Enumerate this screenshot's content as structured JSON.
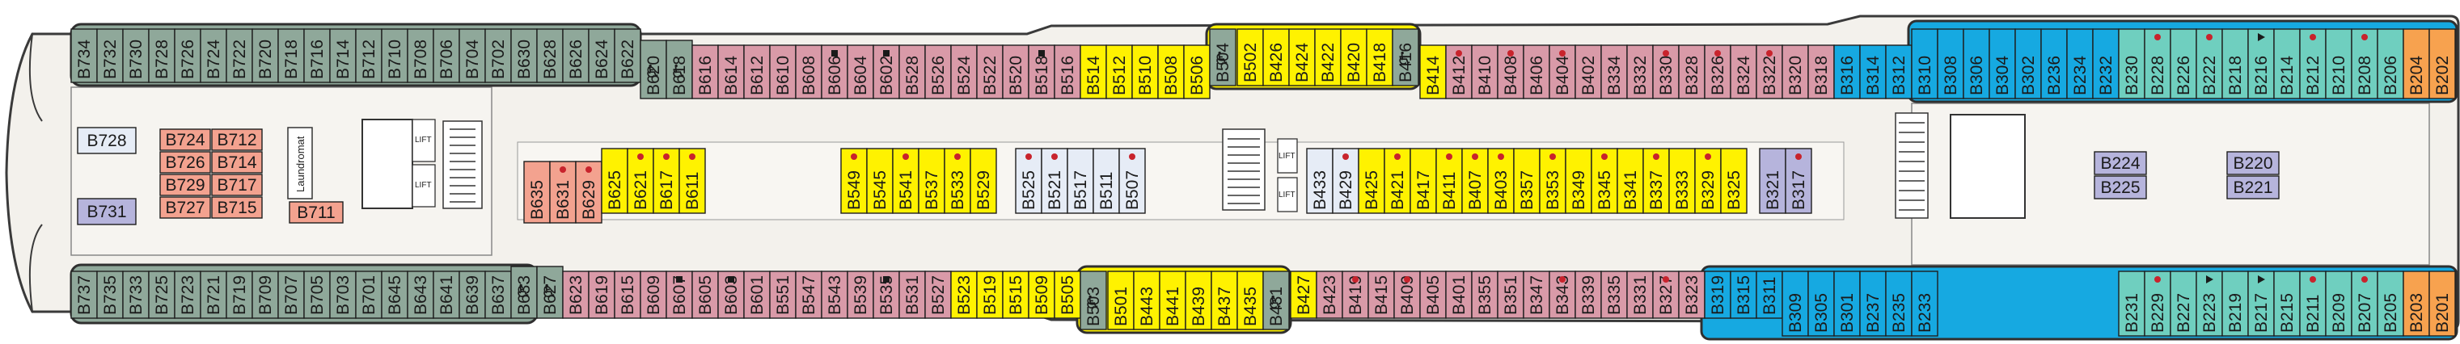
{
  "colors": {
    "green": "#8fa89a",
    "pink": "#d99aa8",
    "yellow": "#fff200",
    "teal": "#6fcfbf",
    "blue": "#16a9e1",
    "orange": "#f7a24f",
    "salmon": "#f3a28f",
    "lavender": "#b6b4dc",
    "pale": "#e6ecf6",
    "hull": "#f3f1ec",
    "outline": "#3a3a3a"
  },
  "amenities": {
    "laundry": "Laundromat",
    "lift": "LIFT",
    "accessible_icon": "wheelchair-icon"
  },
  "cabins": [
    [
      "B734",
      88,
      36,
      66,
      "green",
      ""
    ],
    [
      "B732",
      120,
      36,
      66,
      "green",
      ""
    ],
    [
      "B730",
      152,
      36,
      66,
      "green",
      ""
    ],
    [
      "B728",
      184,
      36,
      66,
      "green",
      ""
    ],
    [
      "B726",
      216,
      36,
      66,
      "green",
      ""
    ],
    [
      "B724",
      248,
      36,
      66,
      "green",
      ""
    ],
    [
      "B722",
      280,
      36,
      66,
      "green",
      ""
    ],
    [
      "B720",
      312,
      36,
      66,
      "green",
      ""
    ],
    [
      "B718",
      344,
      36,
      66,
      "green",
      ""
    ],
    [
      "B716",
      376,
      36,
      66,
      "green",
      ""
    ],
    [
      "B714",
      408,
      36,
      66,
      "green",
      ""
    ],
    [
      "B712",
      440,
      36,
      66,
      "green",
      ""
    ],
    [
      "B710",
      472,
      36,
      66,
      "green",
      ""
    ],
    [
      "B708",
      504,
      36,
      66,
      "green",
      ""
    ],
    [
      "B706",
      536,
      36,
      66,
      "green",
      ""
    ],
    [
      "B704",
      568,
      36,
      66,
      "green",
      ""
    ],
    [
      "B702",
      600,
      36,
      66,
      "green",
      ""
    ],
    [
      "B630",
      632,
      36,
      66,
      "green",
      ""
    ],
    [
      "B628",
      664,
      36,
      66,
      "green",
      ""
    ],
    [
      "B626",
      696,
      36,
      66,
      "green",
      ""
    ],
    [
      "B624",
      728,
      36,
      66,
      "green",
      ""
    ],
    [
      "B622",
      760,
      36,
      66,
      "green",
      ""
    ],
    [
      "B620",
      792,
      50,
      72,
      "green",
      "acc"
    ],
    [
      "B618",
      824,
      50,
      72,
      "green",
      "acc"
    ],
    [
      "B616",
      856,
      56,
      66,
      "pink",
      ""
    ],
    [
      "B614",
      888,
      56,
      66,
      "pink",
      ""
    ],
    [
      "B612",
      920,
      56,
      66,
      "pink",
      ""
    ],
    [
      "B610",
      952,
      56,
      66,
      "pink",
      ""
    ],
    [
      "B608",
      984,
      56,
      66,
      "pink",
      ""
    ],
    [
      "B606",
      1016,
      56,
      66,
      "pink",
      "sq"
    ],
    [
      "B604",
      1048,
      56,
      66,
      "pink",
      ""
    ],
    [
      "B602",
      1080,
      56,
      66,
      "pink",
      "sq"
    ],
    [
      "B528",
      1112,
      56,
      66,
      "pink",
      ""
    ],
    [
      "B526",
      1144,
      56,
      66,
      "pink",
      ""
    ],
    [
      "B524",
      1176,
      56,
      66,
      "pink",
      ""
    ],
    [
      "B522",
      1208,
      56,
      66,
      "pink",
      ""
    ],
    [
      "B520",
      1240,
      56,
      66,
      "pink",
      ""
    ],
    [
      "B518",
      1272,
      56,
      66,
      "pink",
      "sq"
    ],
    [
      "B516",
      1304,
      56,
      66,
      "pink",
      ""
    ],
    [
      "B514",
      1336,
      56,
      66,
      "yellow",
      ""
    ],
    [
      "B512",
      1368,
      56,
      66,
      "yellow",
      ""
    ],
    [
      "B510",
      1400,
      56,
      66,
      "yellow",
      ""
    ],
    [
      "B508",
      1432,
      56,
      66,
      "yellow",
      ""
    ],
    [
      "B506",
      1464,
      56,
      66,
      "yellow",
      ""
    ],
    [
      "B504",
      1496,
      36,
      70,
      "green",
      "acc"
    ],
    [
      "B502",
      1530,
      36,
      70,
      "yellow",
      ""
    ],
    [
      "B426",
      1562,
      36,
      70,
      "yellow",
      ""
    ],
    [
      "B424",
      1594,
      36,
      70,
      "yellow",
      ""
    ],
    [
      "B422",
      1626,
      36,
      70,
      "yellow",
      ""
    ],
    [
      "B420",
      1658,
      36,
      70,
      "yellow",
      ""
    ],
    [
      "B418",
      1690,
      36,
      70,
      "yellow",
      ""
    ],
    [
      "B416",
      1722,
      36,
      70,
      "green",
      "acc"
    ],
    [
      "B414",
      1756,
      56,
      66,
      "yellow",
      ""
    ],
    [
      "B412",
      1788,
      56,
      66,
      "pink",
      "dot"
    ],
    [
      "B410",
      1820,
      56,
      66,
      "pink",
      ""
    ],
    [
      "B408",
      1852,
      56,
      66,
      "pink",
      "dot"
    ],
    [
      "B406",
      1884,
      56,
      66,
      "pink",
      ""
    ],
    [
      "B404",
      1916,
      56,
      66,
      "pink",
      "dot"
    ],
    [
      "B402",
      1948,
      56,
      66,
      "pink",
      ""
    ],
    [
      "B334",
      1980,
      56,
      66,
      "pink",
      ""
    ],
    [
      "B332",
      2012,
      56,
      66,
      "pink",
      ""
    ],
    [
      "B330",
      2044,
      56,
      66,
      "pink",
      "dot"
    ],
    [
      "B328",
      2076,
      56,
      66,
      "pink",
      ""
    ],
    [
      "B326",
      2108,
      56,
      66,
      "pink",
      "dot"
    ],
    [
      "B324",
      2140,
      56,
      66,
      "pink",
      ""
    ],
    [
      "B322",
      2172,
      56,
      66,
      "pink",
      "dot"
    ],
    [
      "B320",
      2204,
      56,
      66,
      "pink",
      ""
    ],
    [
      "B318",
      2236,
      56,
      66,
      "pink",
      ""
    ],
    [
      "B316",
      2268,
      56,
      66,
      "blue",
      ""
    ],
    [
      "B314",
      2300,
      56,
      66,
      "blue",
      ""
    ],
    [
      "B312",
      2332,
      56,
      66,
      "blue",
      ""
    ],
    [
      "B310",
      2364,
      36,
      86,
      "blue",
      ""
    ],
    [
      "B308",
      2396,
      36,
      86,
      "blue",
      ""
    ],
    [
      "B306",
      2428,
      36,
      86,
      "blue",
      ""
    ],
    [
      "B304",
      2460,
      36,
      86,
      "blue",
      ""
    ],
    [
      "B302",
      2492,
      36,
      86,
      "blue",
      ""
    ],
    [
      "B236",
      2524,
      36,
      86,
      "blue",
      ""
    ],
    [
      "B234",
      2556,
      36,
      86,
      "blue",
      ""
    ],
    [
      "B232",
      2588,
      36,
      86,
      "blue",
      ""
    ],
    [
      "B230",
      2620,
      36,
      86,
      "teal",
      ""
    ],
    [
      "B228",
      2652,
      36,
      86,
      "teal",
      "dot"
    ],
    [
      "B226",
      2684,
      36,
      86,
      "teal",
      ""
    ],
    [
      "B222",
      2716,
      36,
      86,
      "teal",
      "dot"
    ],
    [
      "B218",
      2748,
      36,
      86,
      "teal",
      ""
    ],
    [
      "B216",
      2780,
      36,
      86,
      "teal",
      "tri"
    ],
    [
      "B214",
      2812,
      36,
      86,
      "teal",
      ""
    ],
    [
      "B212",
      2844,
      36,
      86,
      "teal",
      "dot"
    ],
    [
      "B210",
      2876,
      36,
      86,
      "teal",
      ""
    ],
    [
      "B208",
      2908,
      36,
      86,
      "teal",
      "dot"
    ],
    [
      "B206",
      2940,
      36,
      86,
      "teal",
      ""
    ],
    [
      "B204",
      2972,
      36,
      86,
      "orange",
      ""
    ],
    [
      "B202",
      3004,
      36,
      86,
      "orange",
      ""
    ],
    [
      "B737",
      88,
      336,
      58,
      "green",
      ""
    ],
    [
      "B735",
      120,
      336,
      58,
      "green",
      ""
    ],
    [
      "B733",
      152,
      336,
      58,
      "green",
      ""
    ],
    [
      "B725",
      184,
      336,
      58,
      "green",
      ""
    ],
    [
      "B723",
      216,
      336,
      58,
      "green",
      ""
    ],
    [
      "B721",
      248,
      336,
      58,
      "green",
      ""
    ],
    [
      "B719",
      280,
      336,
      58,
      "green",
      ""
    ],
    [
      "B709",
      312,
      336,
      58,
      "green",
      ""
    ],
    [
      "B707",
      344,
      336,
      58,
      "green",
      ""
    ],
    [
      "B705",
      376,
      336,
      58,
      "green",
      ""
    ],
    [
      "B703",
      408,
      336,
      58,
      "green",
      ""
    ],
    [
      "B701",
      440,
      336,
      58,
      "green",
      ""
    ],
    [
      "B645",
      472,
      336,
      58,
      "green",
      ""
    ],
    [
      "B643",
      504,
      336,
      58,
      "green",
      ""
    ],
    [
      "B641",
      536,
      336,
      58,
      "green",
      ""
    ],
    [
      "B639",
      568,
      336,
      58,
      "green",
      ""
    ],
    [
      "B637",
      600,
      336,
      58,
      "green",
      ""
    ],
    [
      "B633",
      632,
      330,
      64,
      "green",
      "acc"
    ],
    [
      "B627",
      664,
      330,
      64,
      "green",
      "acc"
    ],
    [
      "B623",
      696,
      336,
      58,
      "pink",
      ""
    ],
    [
      "B619",
      728,
      336,
      58,
      "pink",
      ""
    ],
    [
      "B615",
      760,
      336,
      58,
      "pink",
      ""
    ],
    [
      "B609",
      792,
      336,
      58,
      "pink",
      ""
    ],
    [
      "B607",
      824,
      336,
      58,
      "pink",
      "sq"
    ],
    [
      "B605",
      856,
      336,
      58,
      "pink",
      ""
    ],
    [
      "B603",
      888,
      336,
      58,
      "pink",
      "sq"
    ],
    [
      "B601",
      920,
      336,
      58,
      "pink",
      ""
    ],
    [
      "B551",
      952,
      336,
      58,
      "pink",
      ""
    ],
    [
      "B547",
      984,
      336,
      58,
      "pink",
      ""
    ],
    [
      "B543",
      1016,
      336,
      58,
      "pink",
      ""
    ],
    [
      "B539",
      1048,
      336,
      58,
      "pink",
      ""
    ],
    [
      "B535",
      1080,
      336,
      58,
      "pink",
      "sq"
    ],
    [
      "B531",
      1112,
      336,
      58,
      "pink",
      ""
    ],
    [
      "B527",
      1144,
      336,
      58,
      "pink",
      ""
    ],
    [
      "B523",
      1176,
      336,
      58,
      "yellow",
      ""
    ],
    [
      "B519",
      1208,
      336,
      58,
      "yellow",
      ""
    ],
    [
      "B515",
      1240,
      336,
      58,
      "yellow",
      ""
    ],
    [
      "B509",
      1272,
      336,
      58,
      "yellow",
      ""
    ],
    [
      "B505",
      1304,
      336,
      58,
      "yellow",
      ""
    ],
    [
      "B503",
      1336,
      336,
      72,
      "green",
      "acc"
    ],
    [
      "B501",
      1370,
      336,
      72,
      "yellow",
      ""
    ],
    [
      "B443",
      1402,
      336,
      72,
      "yellow",
      ""
    ],
    [
      "B441",
      1434,
      336,
      72,
      "yellow",
      ""
    ],
    [
      "B439",
      1466,
      336,
      72,
      "yellow",
      ""
    ],
    [
      "B437",
      1498,
      336,
      72,
      "yellow",
      ""
    ],
    [
      "B435",
      1530,
      336,
      72,
      "yellow",
      ""
    ],
    [
      "B431",
      1562,
      336,
      72,
      "green",
      "acc"
    ],
    [
      "B427",
      1596,
      336,
      58,
      "yellow",
      ""
    ],
    [
      "B423",
      1628,
      336,
      58,
      "pink",
      ""
    ],
    [
      "B419",
      1660,
      336,
      58,
      "pink",
      "dot"
    ],
    [
      "B415",
      1692,
      336,
      58,
      "pink",
      ""
    ],
    [
      "B409",
      1724,
      336,
      58,
      "pink",
      "dot"
    ],
    [
      "B405",
      1756,
      336,
      58,
      "pink",
      ""
    ],
    [
      "B401",
      1788,
      336,
      58,
      "pink",
      ""
    ],
    [
      "B355",
      1820,
      336,
      58,
      "pink",
      ""
    ],
    [
      "B351",
      1852,
      336,
      58,
      "pink",
      ""
    ],
    [
      "B347",
      1884,
      336,
      58,
      "pink",
      ""
    ],
    [
      "B343",
      1916,
      336,
      58,
      "pink",
      "dot"
    ],
    [
      "B339",
      1948,
      336,
      58,
      "pink",
      ""
    ],
    [
      "B335",
      1980,
      336,
      58,
      "pink",
      ""
    ],
    [
      "B331",
      2012,
      336,
      58,
      "pink",
      ""
    ],
    [
      "B327",
      2044,
      336,
      58,
      "pink",
      "dot"
    ],
    [
      "B323",
      2076,
      336,
      58,
      "pink",
      ""
    ],
    [
      "B319",
      2108,
      336,
      58,
      "blue",
      ""
    ],
    [
      "B315",
      2140,
      336,
      58,
      "blue",
      ""
    ],
    [
      "B311",
      2172,
      336,
      58,
      "blue",
      ""
    ],
    [
      "B309",
      2204,
      336,
      80,
      "blue",
      ""
    ],
    [
      "B305",
      2236,
      336,
      80,
      "blue",
      ""
    ],
    [
      "B301",
      2268,
      336,
      80,
      "blue",
      ""
    ],
    [
      "B237",
      2300,
      336,
      80,
      "blue",
      ""
    ],
    [
      "B235",
      2332,
      336,
      80,
      "blue",
      ""
    ],
    [
      "B233",
      2364,
      336,
      80,
      "blue",
      ""
    ],
    [
      "B231",
      2620,
      336,
      80,
      "teal",
      ""
    ],
    [
      "B229",
      2652,
      336,
      80,
      "teal",
      "dot"
    ],
    [
      "B227",
      2684,
      336,
      80,
      "teal",
      ""
    ],
    [
      "B223",
      2716,
      336,
      80,
      "teal",
      "tri"
    ],
    [
      "B219",
      2748,
      336,
      80,
      "teal",
      ""
    ],
    [
      "B217",
      2780,
      336,
      80,
      "teal",
      "tri"
    ],
    [
      "B215",
      2812,
      336,
      80,
      "teal",
      ""
    ],
    [
      "B211",
      2844,
      336,
      80,
      "teal",
      "dot"
    ],
    [
      "B209",
      2876,
      336,
      80,
      "teal",
      ""
    ],
    [
      "B207",
      2908,
      336,
      80,
      "teal",
      "dot"
    ],
    [
      "B205",
      2940,
      336,
      80,
      "teal",
      ""
    ],
    [
      "B203",
      2972,
      336,
      80,
      "orange",
      ""
    ],
    [
      "B201",
      3004,
      336,
      80,
      "orange",
      ""
    ],
    [
      "B635",
      648,
      200,
      76,
      "salmon",
      ""
    ],
    [
      "B631",
      680,
      200,
      76,
      "salmon",
      "dot"
    ],
    [
      "B629",
      712,
      200,
      76,
      "salmon",
      "dot"
    ],
    [
      "B625",
      744,
      184,
      80,
      "yellow",
      ""
    ],
    [
      "B621",
      776,
      184,
      80,
      "yellow",
      "dot"
    ],
    [
      "B617",
      808,
      184,
      80,
      "yellow",
      "dot"
    ],
    [
      "B611",
      840,
      184,
      80,
      "yellow",
      "dot"
    ],
    [
      "B549",
      1040,
      184,
      80,
      "yellow",
      "dot"
    ],
    [
      "B545",
      1072,
      184,
      80,
      "yellow",
      ""
    ],
    [
      "B541",
      1104,
      184,
      80,
      "yellow",
      "dot"
    ],
    [
      "B537",
      1136,
      184,
      80,
      "yellow",
      ""
    ],
    [
      "B533",
      1168,
      184,
      80,
      "yellow",
      "dot"
    ],
    [
      "B529",
      1200,
      184,
      80,
      "yellow",
      ""
    ],
    [
      "B525",
      1256,
      184,
      80,
      "pale",
      "dot"
    ],
    [
      "B521",
      1288,
      184,
      80,
      "pale",
      "dot"
    ],
    [
      "B517",
      1320,
      184,
      80,
      "pale",
      ""
    ],
    [
      "B511",
      1352,
      184,
      80,
      "pale",
      ""
    ],
    [
      "B507",
      1384,
      184,
      80,
      "pale",
      "dot"
    ],
    [
      "B433",
      1616,
      184,
      80,
      "pale",
      ""
    ],
    [
      "B429",
      1648,
      184,
      80,
      "pale",
      "dot"
    ],
    [
      "B425",
      1680,
      184,
      80,
      "yellow",
      ""
    ],
    [
      "B421",
      1712,
      184,
      80,
      "yellow",
      "dot"
    ],
    [
      "B417",
      1744,
      184,
      80,
      "yellow",
      ""
    ],
    [
      "B411",
      1776,
      184,
      80,
      "yellow",
      "dot"
    ],
    [
      "B407",
      1808,
      184,
      80,
      "yellow",
      "dot"
    ],
    [
      "B403",
      1840,
      184,
      80,
      "yellow",
      "dot"
    ],
    [
      "B357",
      1872,
      184,
      80,
      "yellow",
      ""
    ],
    [
      "B353",
      1904,
      184,
      80,
      "yellow",
      "dot"
    ],
    [
      "B349",
      1936,
      184,
      80,
      "yellow",
      ""
    ],
    [
      "B345",
      1968,
      184,
      80,
      "yellow",
      "dot"
    ],
    [
      "B341",
      2000,
      184,
      80,
      "yellow",
      ""
    ],
    [
      "B337",
      2032,
      184,
      80,
      "yellow",
      "dot"
    ],
    [
      "B333",
      2064,
      184,
      80,
      "yellow",
      ""
    ],
    [
      "B329",
      2096,
      184,
      80,
      "yellow",
      "dot"
    ],
    [
      "B325",
      2128,
      184,
      80,
      "yellow",
      ""
    ],
    [
      "B321",
      2176,
      184,
      80,
      "lavender",
      ""
    ],
    [
      "B317",
      2208,
      184,
      80,
      "lavender",
      "dot"
    ]
  ],
  "hcabins": [
    [
      "B728",
      96,
      158,
      72,
      32,
      "pale"
    ],
    [
      "B731",
      96,
      246,
      72,
      32,
      "lavender"
    ],
    [
      "B724",
      198,
      160,
      62,
      26,
      "salmon"
    ],
    [
      "B712",
      262,
      160,
      62,
      26,
      "salmon"
    ],
    [
      "B726",
      198,
      188,
      62,
      26,
      "salmon"
    ],
    [
      "B714",
      262,
      188,
      62,
      26,
      "salmon"
    ],
    [
      "B729",
      198,
      216,
      62,
      26,
      "salmon"
    ],
    [
      "B717",
      262,
      216,
      62,
      26,
      "salmon"
    ],
    [
      "B727",
      198,
      244,
      62,
      26,
      "salmon"
    ],
    [
      "B715",
      262,
      244,
      62,
      26,
      "salmon"
    ],
    [
      "B711",
      358,
      250,
      66,
      26,
      "salmon"
    ],
    [
      "B224",
      2590,
      188,
      64,
      28,
      "lavender"
    ],
    [
      "B225",
      2590,
      218,
      64,
      28,
      "lavender"
    ],
    [
      "B220",
      2754,
      188,
      64,
      28,
      "lavender"
    ],
    [
      "B221",
      2754,
      218,
      64,
      28,
      "lavender"
    ]
  ]
}
